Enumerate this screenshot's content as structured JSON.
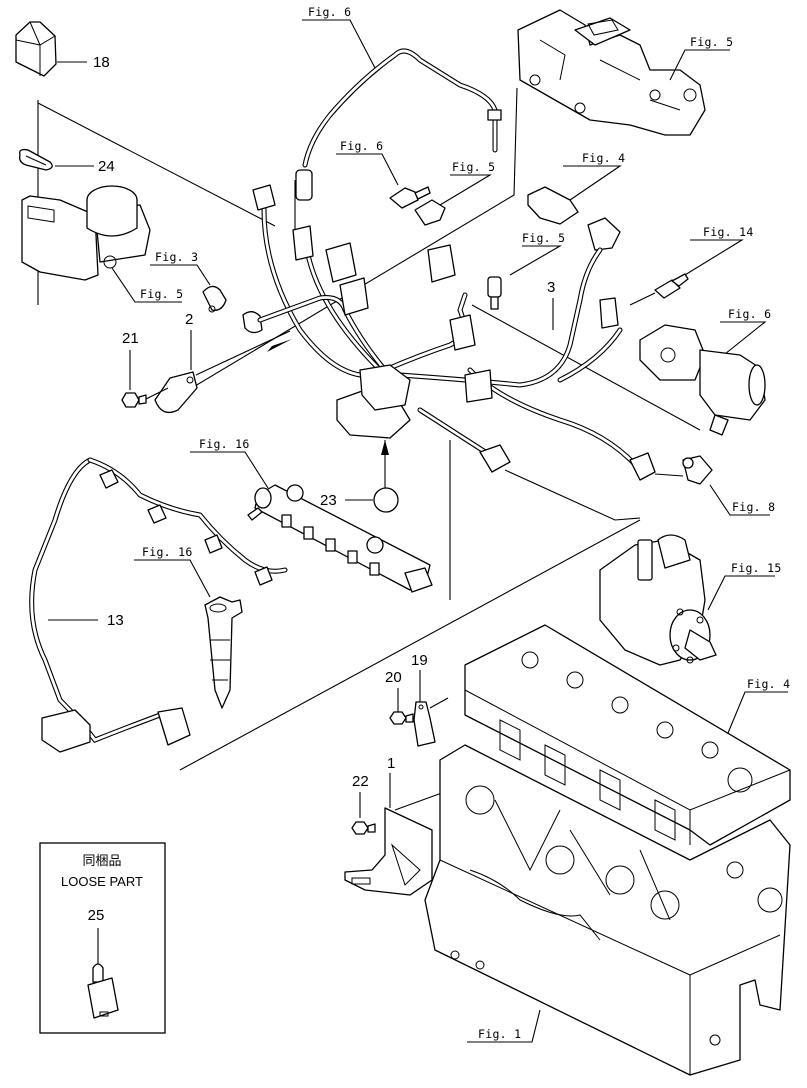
{
  "diagram": {
    "type": "exploded-parts-view",
    "subject": "Engine wiring harness and sensors",
    "colors": {
      "line": "#000000",
      "background": "#ffffff"
    },
    "item_numbers": [
      {
        "id": "1",
        "label": "1",
        "part": "bracket"
      },
      {
        "id": "2",
        "label": "2",
        "part": "ground-terminal"
      },
      {
        "id": "3",
        "label": "3",
        "part": "wire-harness"
      },
      {
        "id": "13",
        "label": "13",
        "part": "injector-harness"
      },
      {
        "id": "18",
        "label": "18",
        "part": "connector-cover"
      },
      {
        "id": "19",
        "label": "19",
        "part": "bracket"
      },
      {
        "id": "20",
        "label": "20",
        "part": "bolt"
      },
      {
        "id": "21",
        "label": "21",
        "part": "bolt"
      },
      {
        "id": "22",
        "label": "22",
        "part": "bolt"
      },
      {
        "id": "23",
        "label": "23",
        "part": "band"
      },
      {
        "id": "24",
        "label": "24",
        "part": "seal"
      },
      {
        "id": "25",
        "label": "25",
        "part": "relay"
      }
    ],
    "figure_refs": [
      {
        "id": "fig6_top",
        "label": "Fig. 6",
        "part": "exhaust-temperature-sensor"
      },
      {
        "id": "fig5_top",
        "label": "Fig. 5",
        "part": "intake-manifold"
      },
      {
        "id": "fig6_mid",
        "label": "Fig. 6",
        "part": "temperature-sensor"
      },
      {
        "id": "fig5_mid",
        "label": "Fig. 5",
        "part": "pressure-sensor"
      },
      {
        "id": "fig4_top",
        "label": "Fig. 4",
        "part": "map-sensor"
      },
      {
        "id": "fig5_throttle",
        "label": "Fig. 5",
        "part": "throttle-body"
      },
      {
        "id": "fig3",
        "label": "Fig. 3",
        "part": "speed-sensor"
      },
      {
        "id": "fig5_temp",
        "label": "Fig. 5",
        "part": "intake-temp-sensor"
      },
      {
        "id": "fig14",
        "label": "Fig. 14",
        "part": "coolant-temp-sensor"
      },
      {
        "id": "fig6_egr",
        "label": "Fig. 6",
        "part": "egr-valve"
      },
      {
        "id": "fig16_rail",
        "label": "Fig. 16",
        "part": "common-rail"
      },
      {
        "id": "fig16_inj",
        "label": "Fig. 16",
        "part": "injector"
      },
      {
        "id": "fig8",
        "label": "Fig. 8",
        "part": "crank-sensor"
      },
      {
        "id": "fig15",
        "label": "Fig. 15",
        "part": "fuel-supply-pump"
      },
      {
        "id": "fig4_head",
        "label": "Fig. 4",
        "part": "cylinder-head"
      },
      {
        "id": "fig1",
        "label": "Fig. 1",
        "part": "cylinder-block"
      }
    ],
    "loose_part_box": {
      "title_jp": "同梱品",
      "title_en": "LOOSE PART",
      "item_label": "25"
    }
  }
}
